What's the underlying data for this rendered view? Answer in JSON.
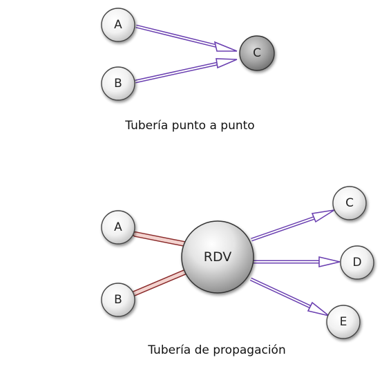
{
  "top_diagram": {
    "nodes": {
      "a": "A",
      "b": "B",
      "c": "C"
    },
    "caption": "Tubería punto a punto"
  },
  "bottom_diagram": {
    "nodes": {
      "a": "A",
      "b": "B",
      "rdv": "RDV",
      "c": "C",
      "d": "D",
      "e": "E"
    },
    "caption": "Tubería de propagación"
  },
  "colors": {
    "arrow_stroke": "#6a3fb0",
    "arrow_fill": "#ffffff",
    "pipe_stroke": "#8a2a2a",
    "pipe_fill": "#f3d3cf",
    "node_light": "#ffffff",
    "node_light_shade": "#cfcfcf",
    "node_dark_c": "#7d7d7d",
    "node_rdv_shade": "#8f8f8f"
  }
}
